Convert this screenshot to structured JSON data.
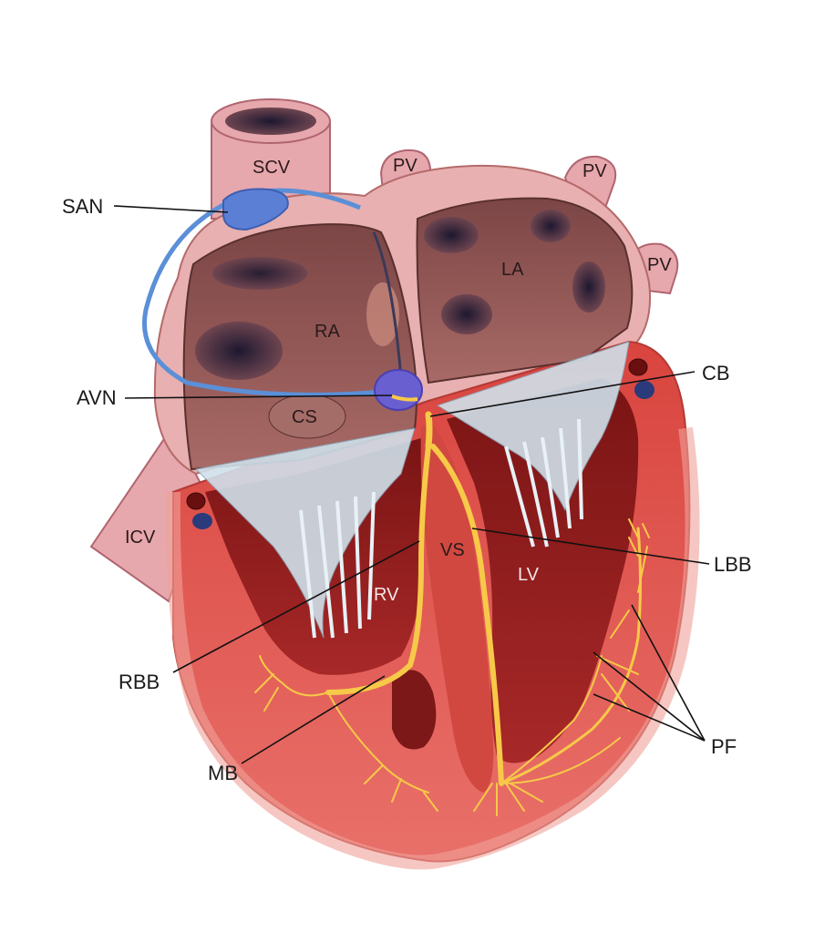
{
  "labels": {
    "scv": "SCV",
    "pv1": "PV",
    "pv2": "PV",
    "pv3": "PV",
    "san": "SAN",
    "la": "LA",
    "ra": "RA",
    "avn": "AVN",
    "cb": "CB",
    "cs": "CS",
    "icv": "ICV",
    "vs": "VS",
    "lbb": "LBB",
    "lv": "LV",
    "rv": "RV",
    "rbb": "RBB",
    "mb": "MB",
    "pf": "PF"
  },
  "colors": {
    "vessel": "#e6a7ad",
    "atrium_wall": "#e8b0b0",
    "chamber": "#8f5a5a",
    "myocardium": "#e0574f",
    "conduction": "#f7c948",
    "node": "#5c7fd6",
    "valve": "#cfe0ea"
  }
}
